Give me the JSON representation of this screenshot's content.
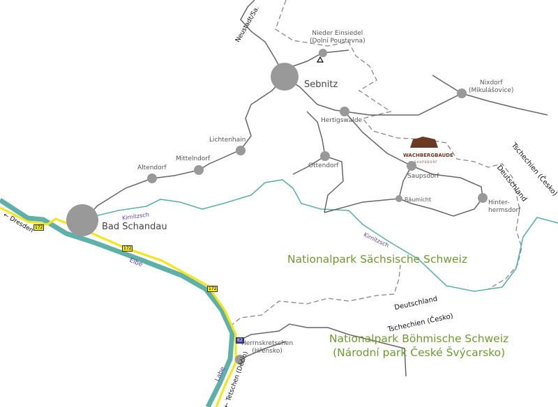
{
  "map": {
    "places": {
      "sebnitz": "Sebnitz",
      "bad_schandau": "Bad Schandau",
      "nieder_einsiedel": "Nieder Einsiedel",
      "nieder_einsiedel_cz": "(Dolní Poustevna)",
      "nixdorf": "Nixdorf",
      "nixdorf_cz": "(Mikulášovice)",
      "hertigswalde": "Hertigswalde",
      "lichtenhain": "Lichtenhain",
      "mittelndorf": "Mittelndorf",
      "altendorf": "Altendorf",
      "ottendorf": "Ottendorf",
      "saupsdorf": "Saupsdorf",
      "raeumicht": "Räumicht",
      "hinterhermsdorf_1": "Hinter-",
      "hinterhermsdorf_2": "hermsdorf",
      "herrnskretschen": "Herrnskretschen",
      "herrnskretschen_cz": "(Hřensko)"
    },
    "directions": {
      "neustadt": "Neustadt/Sa.",
      "dresden": "← Dresden",
      "tetschen": "← Tetschen (Děčín)"
    },
    "rivers": {
      "elbe": "Elbe",
      "labe": "Labe",
      "kirnitzsch_1": "Kirnitzsch",
      "kirnitzsch_2": "Kirnitzsch"
    },
    "borders": {
      "cz_1": "Tschechien (Česko)",
      "de_1": "Deutschland",
      "de_2": "Deutschland",
      "cz_2": "Tschechien (Česko)"
    },
    "parks": {
      "saxon": "Nationalpark Sächsische Schweiz",
      "bohemian_1": "Nationalpark Böhmische Schweiz",
      "bohemian_2": "(Národní park České Švýcarsko)"
    },
    "roads": {
      "b172_1": "172",
      "b172_2": "172",
      "b172_3": "172",
      "r62": "62"
    },
    "logo": {
      "name": "WACHBERGBAUDE",
      "sub": "SAUPSDORF"
    },
    "colors": {
      "river": "#5fb0a8",
      "road": "#666666",
      "main_road": "#f3e61c",
      "park": "#6e9a35",
      "town": "#999999"
    }
  }
}
